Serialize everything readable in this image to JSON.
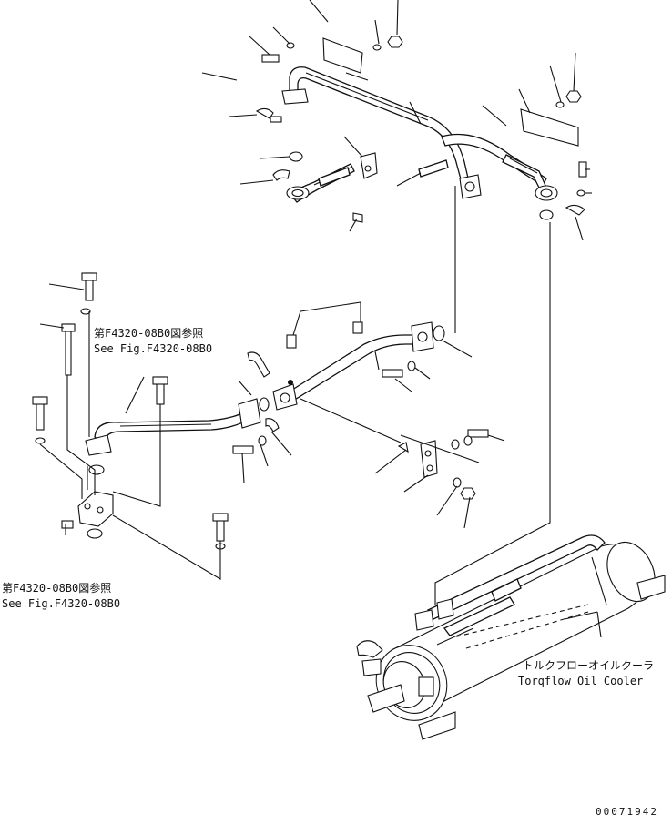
{
  "references": {
    "upper_jp": "第F4320-08B0図参照",
    "upper_en": "See Fig.F4320-08B0",
    "lower_jp": "第F4320-08B0図参照",
    "lower_en": "See Fig.F4320-08B0"
  },
  "cooler": {
    "label_jp": "トルクフローオイルクーラ",
    "label_en": "Torqflow Oil Cooler"
  },
  "drawing_number": "00071942"
}
